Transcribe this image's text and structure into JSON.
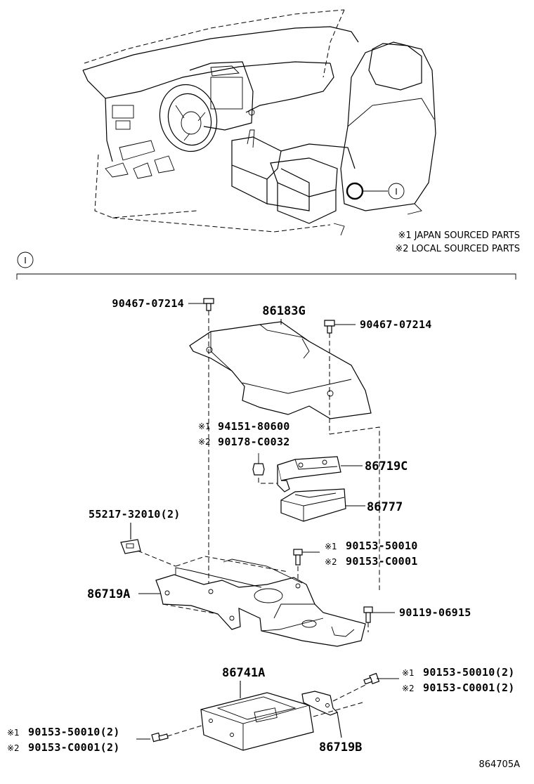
{
  "notes": {
    "japan": "※1 JAPAN SOURCED PARTS",
    "local": "※2 LOCAL SOURCED PARTS"
  },
  "view_marker": "I",
  "callout_marker": "I",
  "parts": {
    "cover_86183G": "86183G",
    "bolt_left": "90467-07214",
    "bolt_right": "90467-07214",
    "nut_jp": "94151-80600",
    "nut_local": "90178-C0032",
    "bracket_86719C": "86719C",
    "box_86777": "86777",
    "clip_55217": "55217-32010(2)",
    "screw_mid_jp": "90153-50010",
    "screw_mid_local": "90153-C0001",
    "bracket_86719A": "86719A",
    "screw_90119": "90119-06915",
    "amp_86741A": "86741A",
    "screw_right_jp": "90153-50010(2)",
    "screw_right_local": "90153-C0001(2)",
    "screw_left_jp": "90153-50010(2)",
    "screw_left_local": "90153-C0001(2)",
    "bracket_86719B": "86719B"
  },
  "marks": {
    "m1": "※1",
    "m2": "※2"
  },
  "drawing_id": "864705A"
}
